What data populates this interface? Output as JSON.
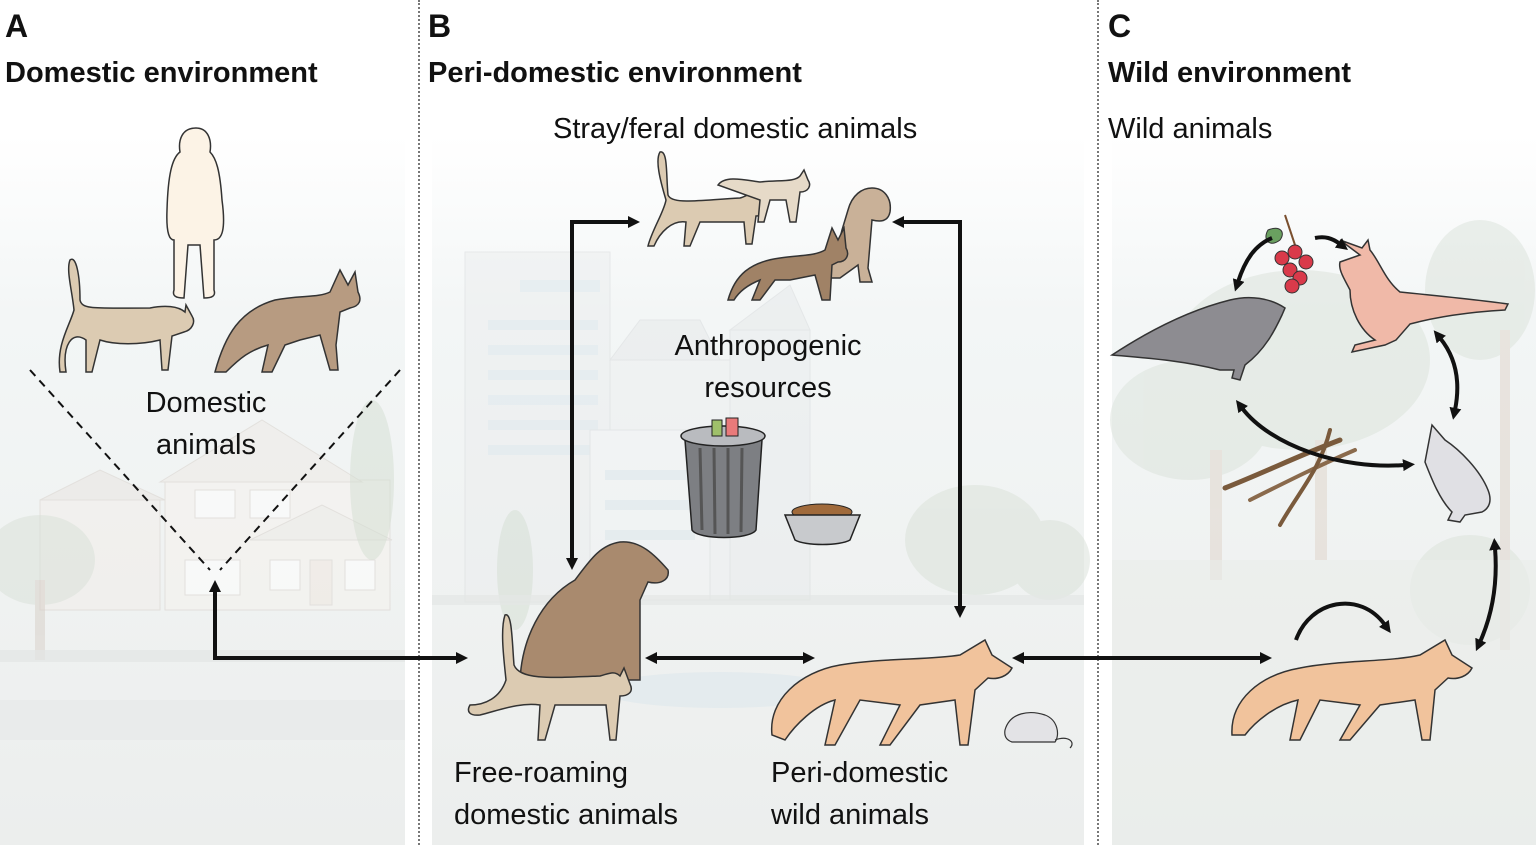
{
  "panels": [
    {
      "letter": "A",
      "title": "Domestic environment"
    },
    {
      "letter": "B",
      "title": "Peri-domestic environment"
    },
    {
      "letter": "C",
      "title": "Wild environment"
    }
  ],
  "labels": {
    "domestic_animals_line1": "Domestic",
    "domestic_animals_line2": "animals",
    "stray_feral": "Stray/feral domestic animals",
    "anthropogenic_line1": "Anthropogenic",
    "anthropogenic_line2": "resources",
    "free_roaming_line1": "Free-roaming",
    "free_roaming_line2": "domestic animals",
    "peri_wild_line1": "Peri-domestic",
    "peri_wild_line2": "wild animals",
    "wild_animals": "Wild animals"
  },
  "colors": {
    "arrow": "#111111",
    "background_panel": "#eef1f1",
    "cat": "#dccbb2",
    "dog": "#b79b81",
    "fox": "#f1c39c",
    "human": "#fbf1e3",
    "cardinal": "#f0b9a8",
    "sparrow": "#8d8c91",
    "berry": "#d93a4a"
  },
  "icons": [
    "human-icon",
    "cat-icon",
    "dog-icon",
    "fox-icon",
    "mouse-icon",
    "trash-can-icon",
    "food-bowl-icon",
    "sparrow-icon",
    "cardinal-icon",
    "titmouse-icon",
    "berries-icon",
    "twig-icon",
    "house-icon",
    "building-icon",
    "tree-icon"
  ]
}
